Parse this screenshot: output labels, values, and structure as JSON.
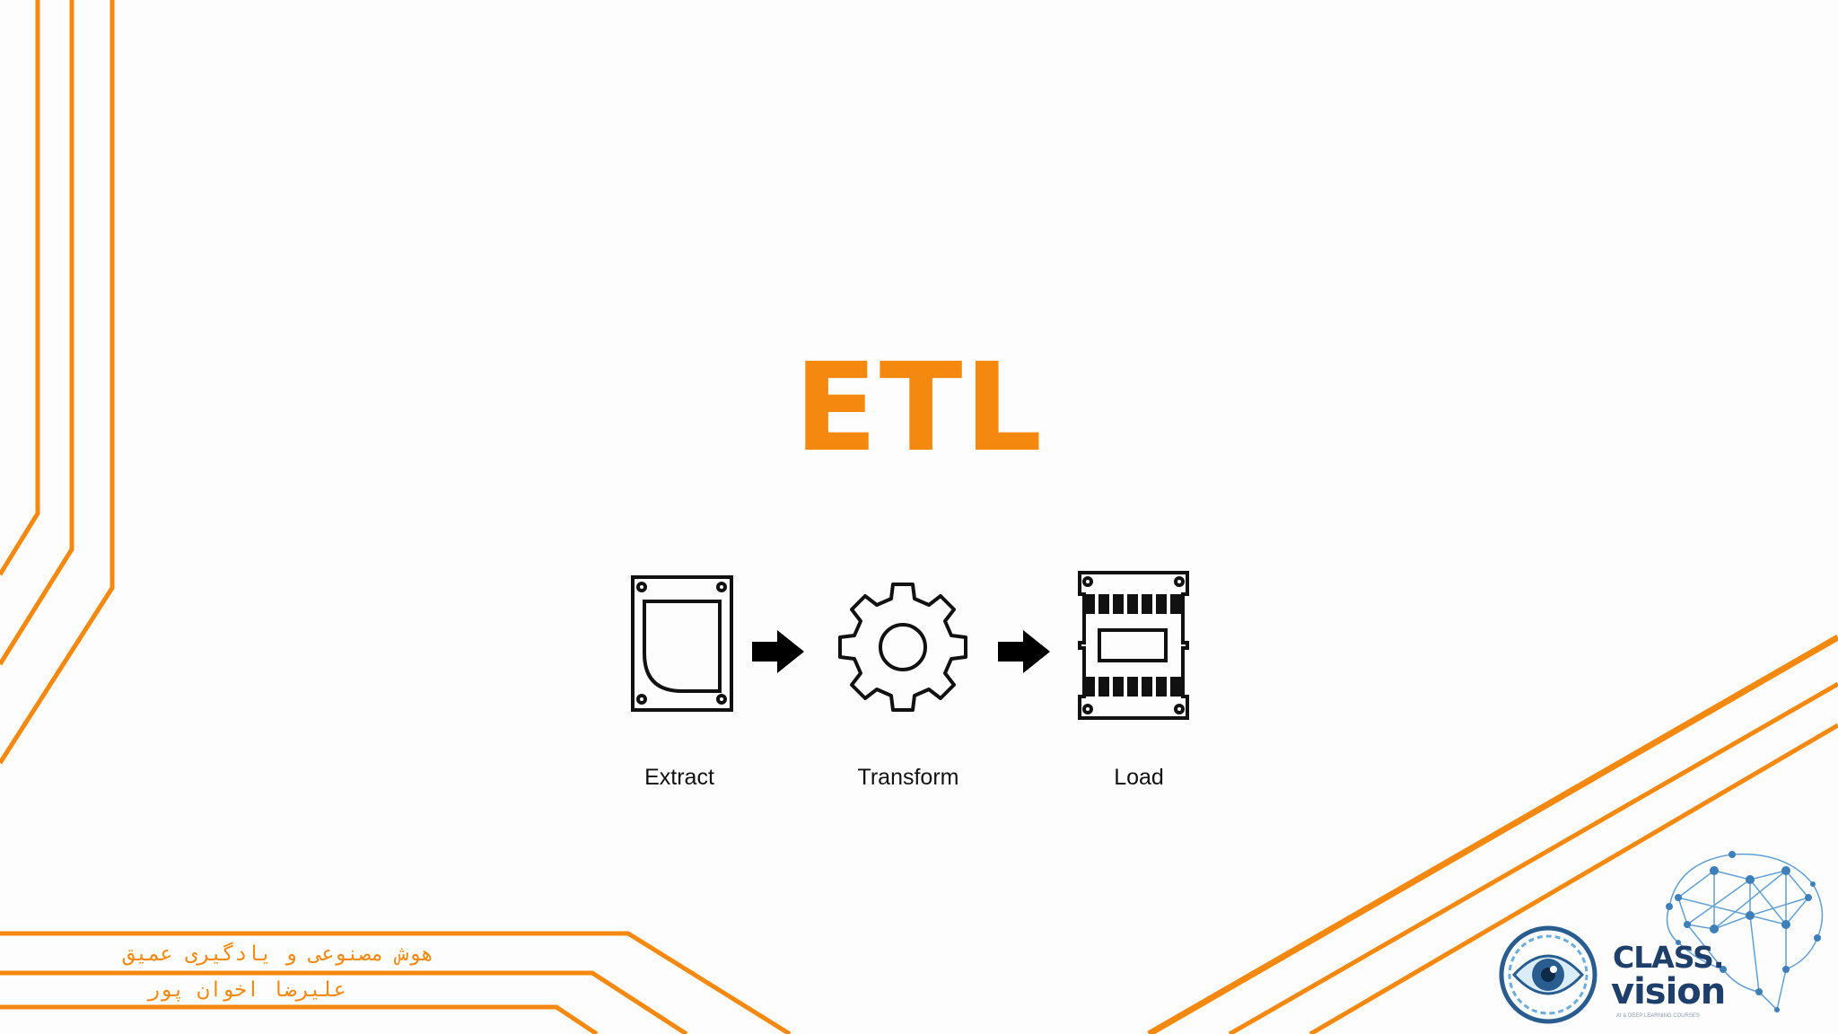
{
  "title": "ETL",
  "accent_color": "#f5890f",
  "stages": [
    {
      "label": "Extract",
      "icon": "hard-drive-icon"
    },
    {
      "label": "Transform",
      "icon": "gear-icon"
    },
    {
      "label": "Load",
      "icon": "memory-chip-icon"
    }
  ],
  "connector_icon": "right-arrow-icon",
  "footer": {
    "line1": "هوش مصنوعی و یادگیری عمیق",
    "line2": "علیرضا اخوان پور"
  },
  "logo": {
    "word1": "CLASS.",
    "word2": "vision",
    "tagline": "AI & DEEP LEARNING COURSES",
    "icon": "brain-network-icon"
  }
}
